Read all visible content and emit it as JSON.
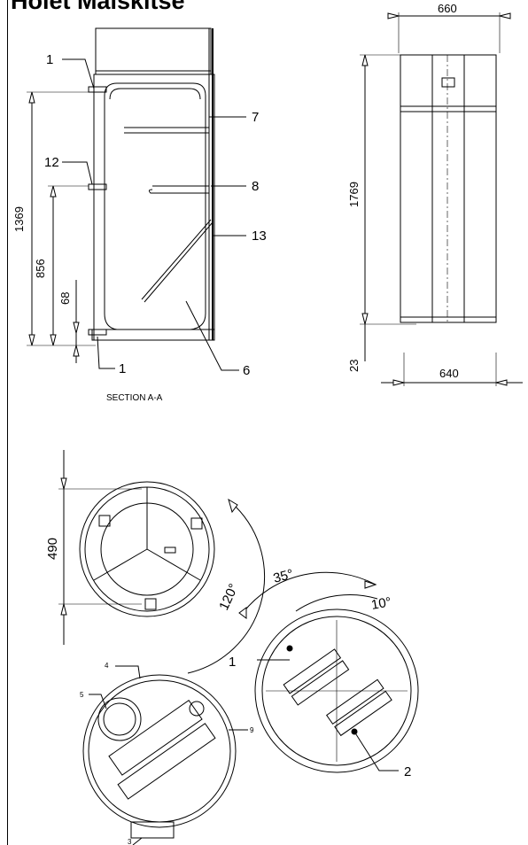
{
  "page_title": "Hoiet Mälskitse",
  "section_view": {
    "caption": "SECTION A-A",
    "callouts": [
      "1",
      "7",
      "12",
      "8",
      "13",
      "6",
      "1"
    ],
    "dimensions": [
      "1369",
      "856",
      "68"
    ]
  },
  "side_view": {
    "dimensions": [
      "660",
      "1769",
      "23",
      "640"
    ]
  },
  "top_view": {
    "dimensions": [
      "490",
      "120°"
    ]
  },
  "rotated_view": {
    "angles": [
      "35°",
      "10°"
    ],
    "callouts": [
      "1",
      "2"
    ]
  },
  "bottom_view": {
    "callouts": [
      "4",
      "5",
      "9",
      "3"
    ]
  }
}
